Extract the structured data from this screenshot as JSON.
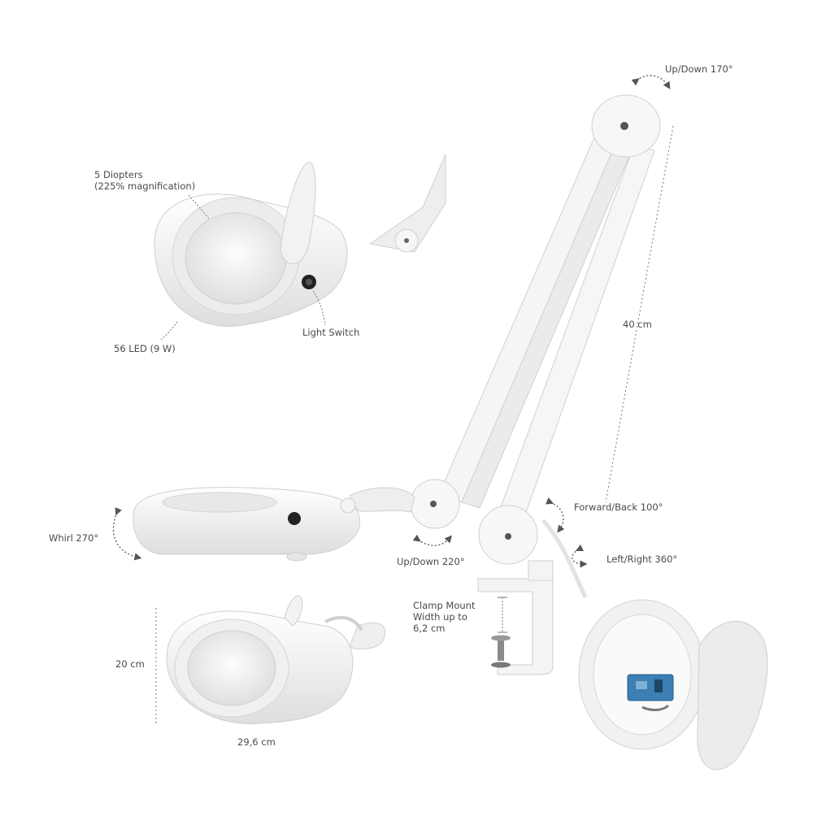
{
  "labels": {
    "up_down_170": "Up/Down 170°",
    "diopters_line1": "5 Diopters",
    "diopters_line2": "(225% magnification)",
    "light_switch": "Light Switch",
    "led": "56 LED (9 W)",
    "arm_length": "40 cm",
    "whirl": "Whirl 270°",
    "up_down_220": "Up/Down 220°",
    "forward_back": "Forward/Back 100°",
    "left_right": "Left/Right 360°",
    "clamp_line1": "Clamp Mount",
    "clamp_line2": "Width up to",
    "clamp_line3": "6,2 cm",
    "height_dim": "20 cm",
    "width_dim": "29,6 cm"
  },
  "colors": {
    "lamp_white": "#f4f4f4",
    "lamp_shade": "#d9d9d9",
    "outline": "#c8c8c8",
    "text": "#4a4a4a",
    "pcb_blue": "#3b7fb5"
  }
}
